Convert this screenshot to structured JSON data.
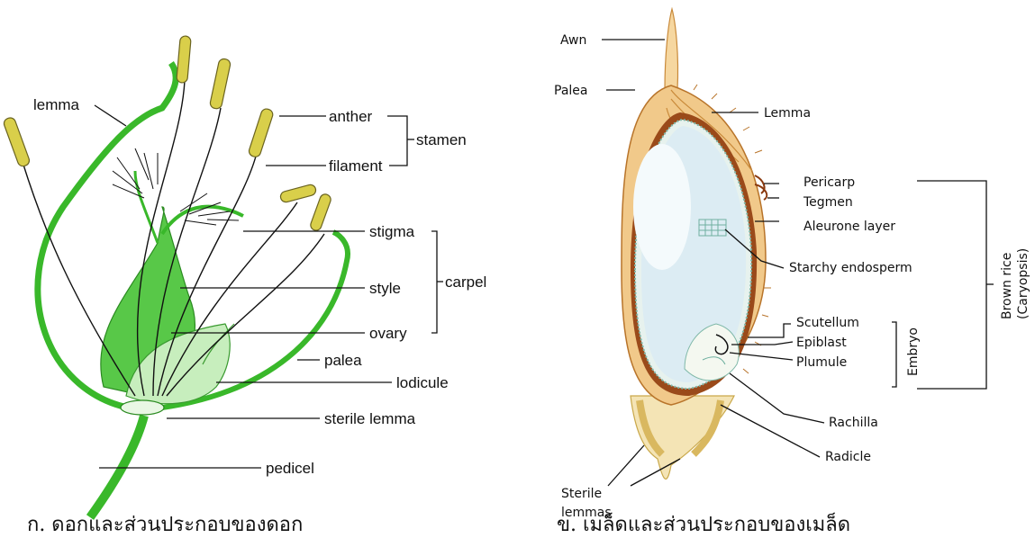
{
  "flower": {
    "labels": {
      "lemma": "lemma",
      "anther": "anther",
      "filament": "filament",
      "stamen": "stamen",
      "stigma": "stigma",
      "style": "style",
      "carpel": "carpel",
      "ovary": "ovary",
      "palea": "palea",
      "lodicule": "lodicule",
      "sterile_lemma": "sterile lemma",
      "pedicel": "pedicel"
    },
    "caption": "ก. ดอกและส่วนประกอบของดอก"
  },
  "seed": {
    "labels": {
      "awn": "Awn",
      "palea": "Palea",
      "lemma": "Lemma",
      "pericarp": "Pericarp",
      "tegmen": "Tegmen",
      "aleurone": "Aleurone layer",
      "starchy": "Starchy endosperm",
      "scutellum": "Scutellum",
      "epiblast": "Epiblast",
      "plumule": "Plumule",
      "rachilla": "Rachilla",
      "radicle": "Radicle",
      "sterile_line1": "Sterile",
      "sterile_line2": "lemmas",
      "embryo": "Embryo",
      "brown_rice": "Brown rice",
      "caryopsis": "(Caryopsis)"
    },
    "caption": "ข. เมล็ดและส่วนประกอบของเมล็ด"
  },
  "colors": {
    "green": "#39b82a",
    "light_green": "#c7eebd",
    "anther_yellow": "#d9cf4a",
    "seed_orange": "#d9882a",
    "seed_hull": "#f1c98a",
    "endosperm": "#dcecf3"
  }
}
